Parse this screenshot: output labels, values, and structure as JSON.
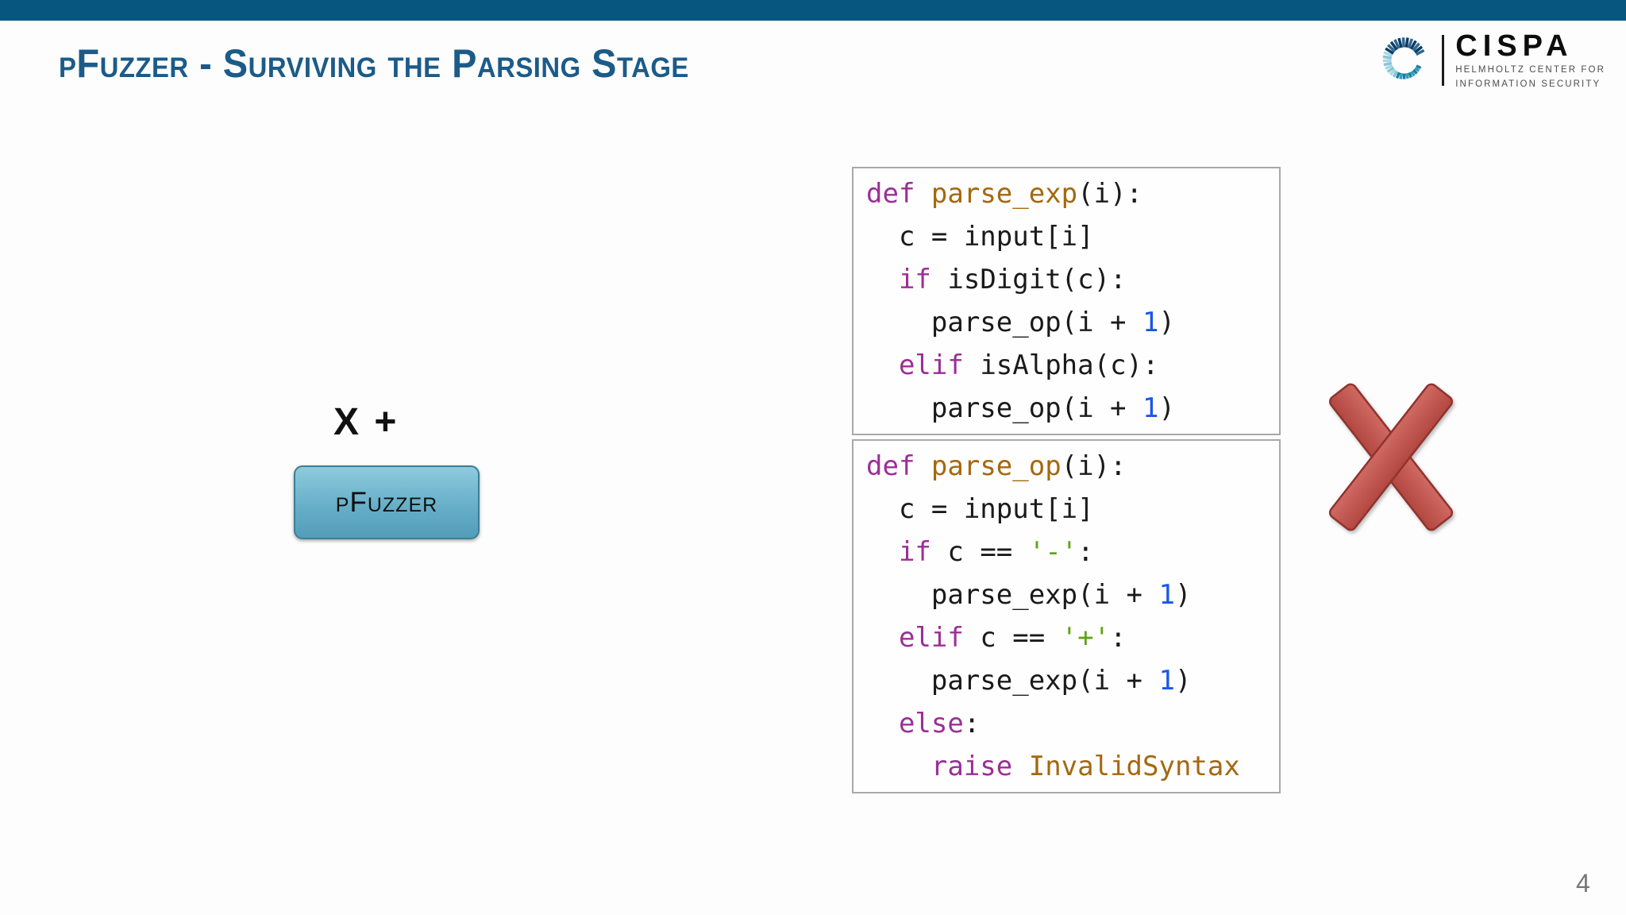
{
  "slide": {
    "title": "pFuzzer - Surviving the Parsing Stage",
    "page_number": "4"
  },
  "header": {
    "bar_color": "#06567f",
    "title_color": "#1b5b89"
  },
  "logo": {
    "wordmark": "CISPA",
    "tagline_line1": "HELMHOLTZ CENTER FOR",
    "tagline_line2": "INFORMATION SECURITY",
    "icon": "cispa-spinner-icon",
    "icon_colors": [
      "#123a60",
      "#2a6a92",
      "#2e9fba",
      "#1f7ea0",
      "#85c4da",
      "#a9d6e4"
    ]
  },
  "diagram": {
    "input_text": "X +",
    "button_label": "pFuzzer",
    "button_colors": {
      "top": "#8fcbdd",
      "bottom": "#539dba",
      "border": "#3e7e95"
    },
    "cross_icon": "red-cross-icon",
    "cross_colors": {
      "fill_light": "#cf6a63",
      "fill_dark": "#b24740",
      "stroke": "#91332e"
    }
  },
  "code": {
    "token_colors": {
      "keyword": "#9b2f96",
      "function": "#a5680f",
      "number": "#1a56e8",
      "string": "#5ea417",
      "plain": "#1a1a1a"
    },
    "blocks": [
      {
        "id": "parse_exp",
        "lines": [
          [
            {
              "t": "def",
              "c": "k"
            },
            {
              "t": " ",
              "c": "p"
            },
            {
              "t": "parse_exp",
              "c": "f"
            },
            {
              "t": "(i):",
              "c": "p"
            }
          ],
          [
            {
              "t": "  c = input[i]",
              "c": "p"
            }
          ],
          [
            {
              "t": "  ",
              "c": "p"
            },
            {
              "t": "if",
              "c": "k"
            },
            {
              "t": " isDigit(c):",
              "c": "p"
            }
          ],
          [
            {
              "t": "    parse_op(i + ",
              "c": "p"
            },
            {
              "t": "1",
              "c": "n"
            },
            {
              "t": ")",
              "c": "p"
            }
          ],
          [
            {
              "t": "  ",
              "c": "p"
            },
            {
              "t": "elif",
              "c": "k"
            },
            {
              "t": " isAlpha(c):",
              "c": "p"
            }
          ],
          [
            {
              "t": "    parse_op(i + ",
              "c": "p"
            },
            {
              "t": "1",
              "c": "n"
            },
            {
              "t": ")",
              "c": "p"
            }
          ]
        ]
      },
      {
        "id": "parse_op",
        "lines": [
          [
            {
              "t": "def",
              "c": "k"
            },
            {
              "t": " ",
              "c": "p"
            },
            {
              "t": "parse_op",
              "c": "f"
            },
            {
              "t": "(i):",
              "c": "p"
            }
          ],
          [
            {
              "t": "  c = input[i]",
              "c": "p"
            }
          ],
          [
            {
              "t": "  ",
              "c": "p"
            },
            {
              "t": "if",
              "c": "k"
            },
            {
              "t": " c == ",
              "c": "p"
            },
            {
              "t": "'-'",
              "c": "s"
            },
            {
              "t": ":",
              "c": "p"
            }
          ],
          [
            {
              "t": "    parse_exp(i + ",
              "c": "p"
            },
            {
              "t": "1",
              "c": "n"
            },
            {
              "t": ")",
              "c": "p"
            }
          ],
          [
            {
              "t": "  ",
              "c": "p"
            },
            {
              "t": "elif",
              "c": "k"
            },
            {
              "t": " c == ",
              "c": "p"
            },
            {
              "t": "'+'",
              "c": "s"
            },
            {
              "t": ":",
              "c": "p"
            }
          ],
          [
            {
              "t": "    parse_exp(i + ",
              "c": "p"
            },
            {
              "t": "1",
              "c": "n"
            },
            {
              "t": ")",
              "c": "p"
            }
          ],
          [
            {
              "t": "  ",
              "c": "p"
            },
            {
              "t": "else",
              "c": "k"
            },
            {
              "t": ":",
              "c": "p"
            }
          ],
          [
            {
              "t": "    ",
              "c": "p"
            },
            {
              "t": "raise",
              "c": "k"
            },
            {
              "t": " ",
              "c": "p"
            },
            {
              "t": "InvalidSyntax",
              "c": "f"
            }
          ]
        ]
      }
    ]
  }
}
